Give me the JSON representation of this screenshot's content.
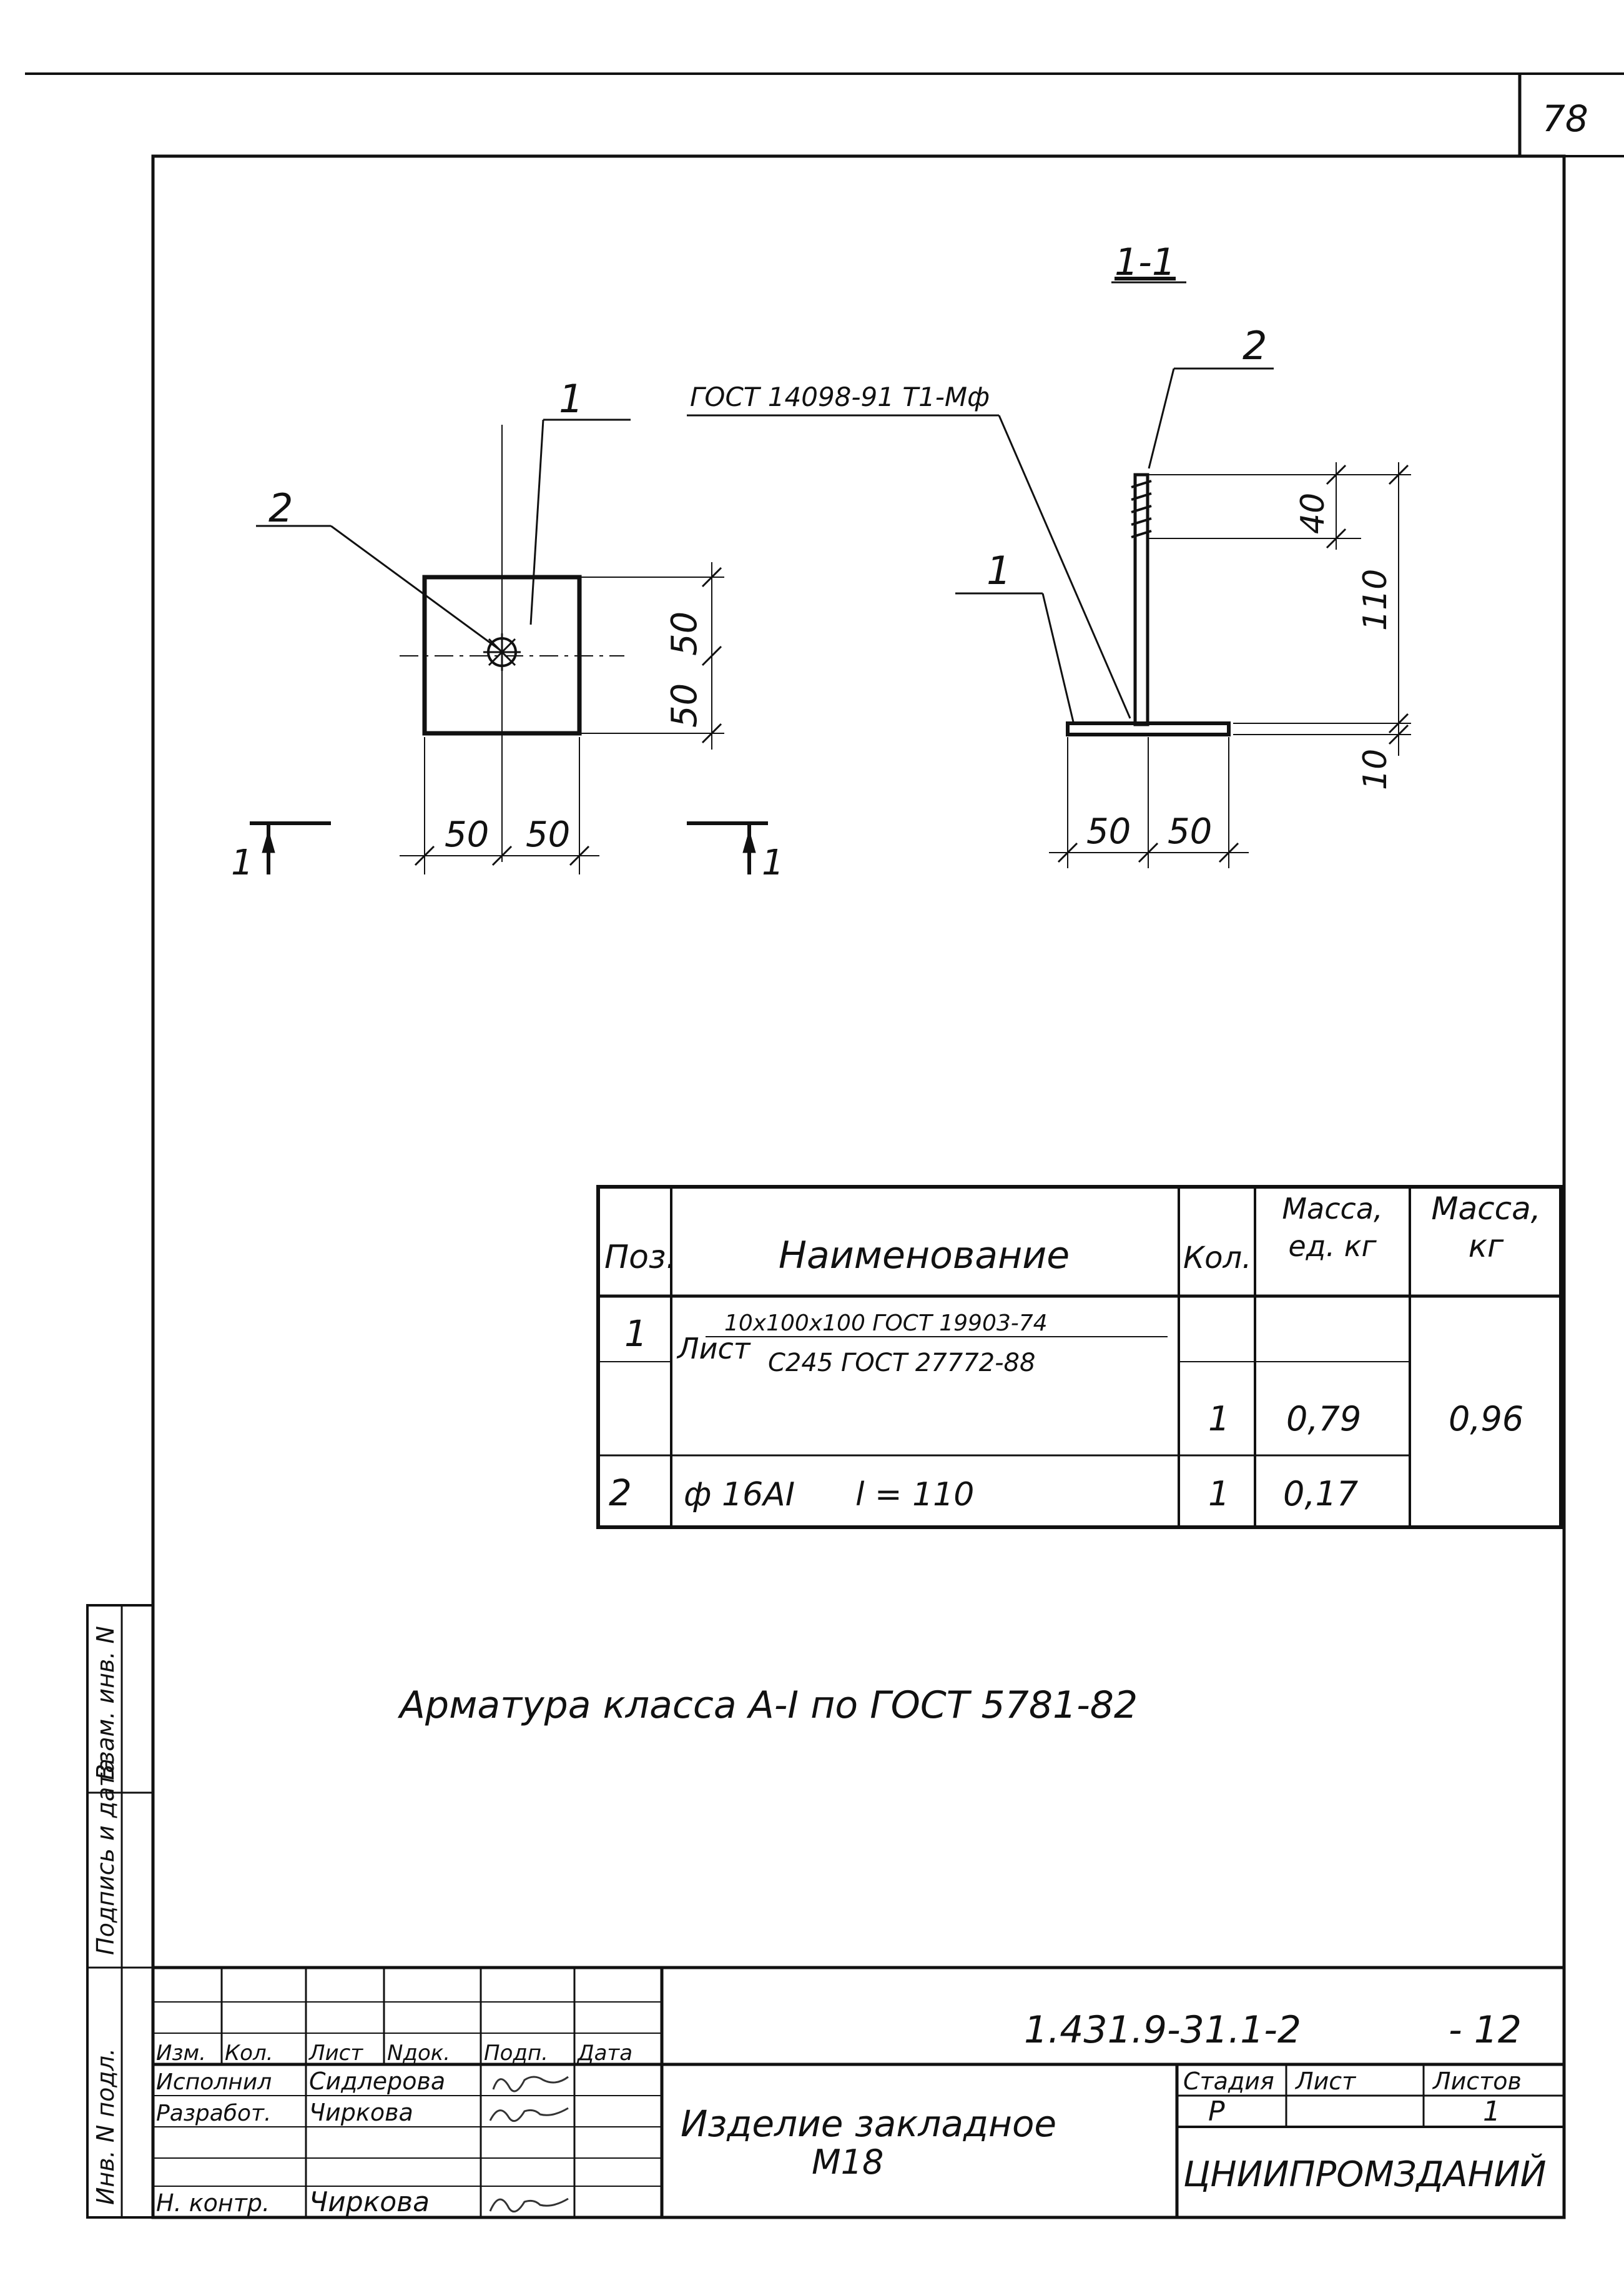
{
  "page_number": "78",
  "drawing": {
    "plan_callout_1": "1",
    "plan_callout_2": "2",
    "plan_dims": [
      "50",
      "50",
      "50",
      "50"
    ],
    "section_mark_left": "1",
    "section_mark_right": "1",
    "section_title": "1-1",
    "weld_note": "ГОСТ 14098-91 Т1-Мф",
    "section_callout_2": "2",
    "section_callout_1": "1",
    "section_dims_vertical": [
      "40",
      "110",
      "10"
    ],
    "section_dims_horizontal": [
      "50",
      "50"
    ]
  },
  "spec_table": {
    "headers": {
      "pos": "Поз.",
      "name": "Наименование",
      "qty": "Кол.",
      "mass_unit": "Масса, ед. кг",
      "mass": "Масса, кг"
    },
    "rows": [
      {
        "pos": "1",
        "name_prefix": "Лист",
        "name_top": "10х100х100 ГОСТ 19903-74",
        "name_bottom": "С245 ГОСТ 27772-88",
        "qty": "1",
        "mass_unit": "0,79"
      },
      {
        "pos": "2",
        "name": "ф 16АI",
        "length": "l = 110",
        "qty": "1",
        "mass_unit": "0,17"
      }
    ],
    "mass_total": "0,96"
  },
  "note": "Арматура класса А-I по ГОСТ 5781-82",
  "side_stamp": {
    "field1": "Инв. N подл.",
    "field2": "Подпись и дата",
    "field3": "Взам. инв. N"
  },
  "title_block": {
    "doc_code": "1.431.9-31.1-2",
    "suffix": "- 12",
    "col_headers": [
      "Изм.",
      "Кол.",
      "Лист",
      "Nдок.",
      "Подп.",
      "Дата"
    ],
    "roles": [
      {
        "role": "Исполнил",
        "name": "Сидлерова"
      },
      {
        "role": "Разработ.",
        "name": "Чиркова"
      },
      {
        "role": "Н. контр.",
        "name": "Чиркова"
      }
    ],
    "title_line1": "Изделие закладное",
    "title_line2": "М18",
    "stage_label": "Стадия",
    "sheet_label": "Лист",
    "sheets_label": "Листов",
    "stage_value": "Р",
    "sheets_value": "1",
    "org": "ЦНИИПРОМЗДАНИЙ"
  }
}
